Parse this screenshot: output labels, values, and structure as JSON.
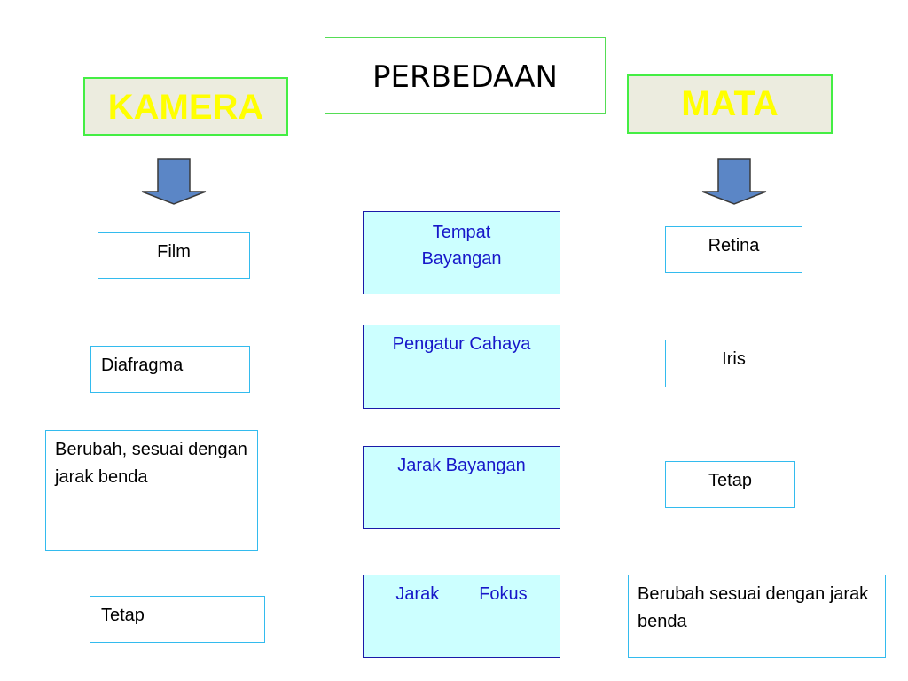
{
  "title": "PERBEDAAN",
  "left_header": "KAMERA",
  "right_header": "MATA",
  "center": {
    "r1": "Tempat Bayangan",
    "r2": "Pengatur Cahaya",
    "r3": "Jarak Bayangan",
    "r4_a": "Jarak",
    "r4_b": "Fokus"
  },
  "kamera": {
    "r1": "Film",
    "r2": "Diafragma",
    "r3": "Berubah, sesuai dengan jarak benda",
    "r4": "Tetap"
  },
  "mata": {
    "r1": "Retina",
    "r2": "Iris",
    "r3": "Tetap",
    "r4": "Berubah sesuai dengan jarak benda"
  },
  "colors": {
    "header_text": "#ffff00",
    "header_border": "#44ee44",
    "center_fill": "#ccffff",
    "center_text": "#1717c9",
    "arrow_fill": "#5b86c6"
  }
}
